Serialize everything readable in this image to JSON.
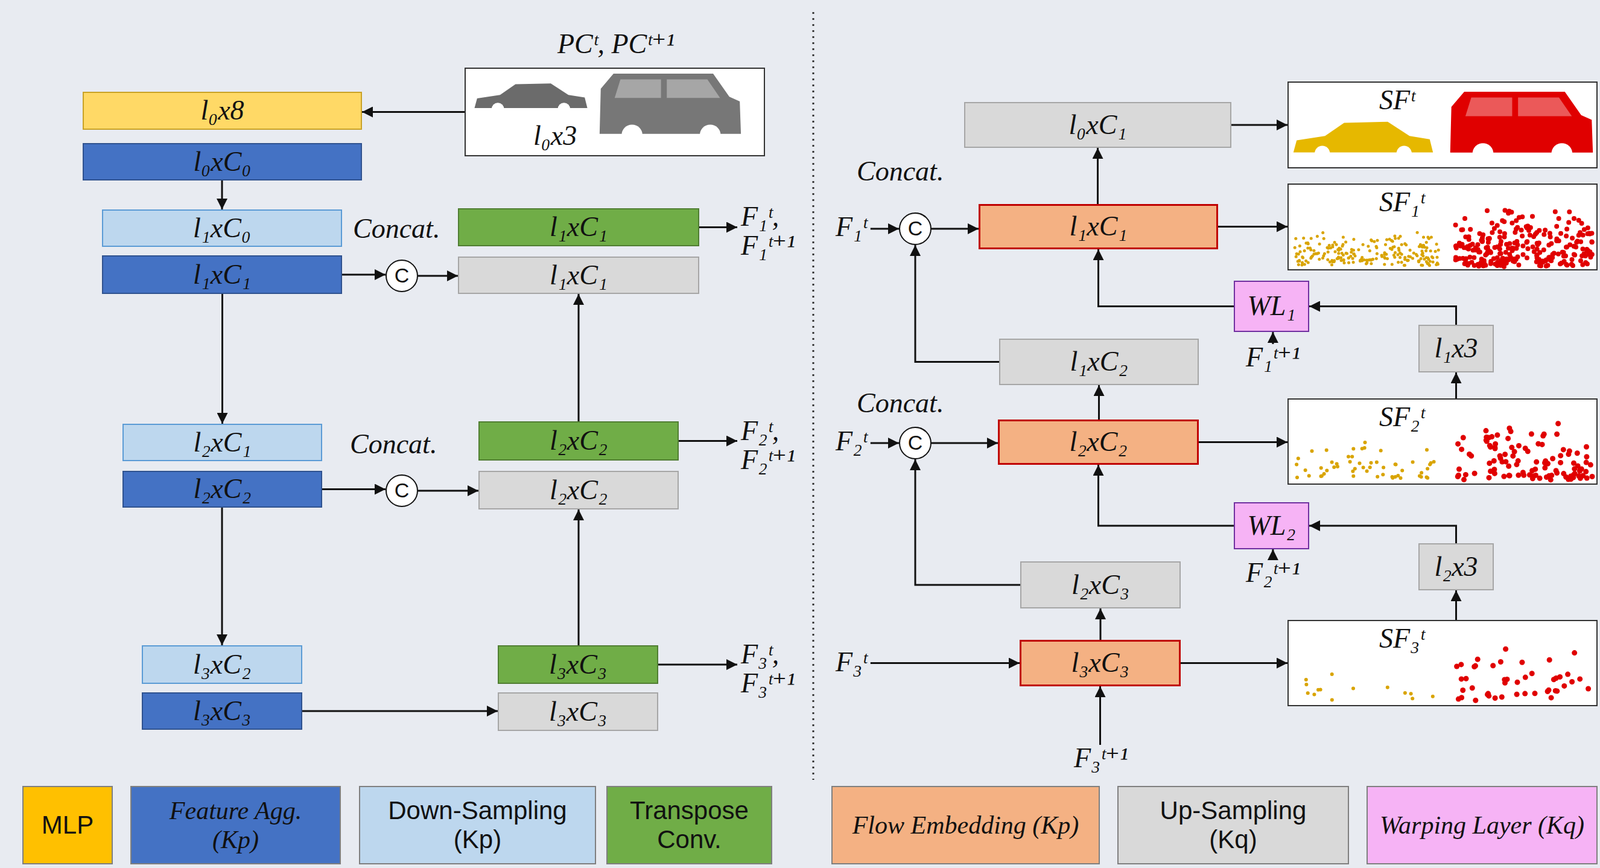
{
  "diagram": {
    "nodes": [
      {
        "text": [
          "l₀x8"
        ]
      },
      {
        "text": [
          "l₀xC₀"
        ]
      },
      {
        "text": [
          "l₁xC₀"
        ]
      },
      {
        "text": [
          "l₁xC₁"
        ]
      },
      {
        "text": [
          "l₂xC₁"
        ]
      },
      {
        "text": [
          "l₂xC₂"
        ]
      },
      {
        "text": [
          "l₃xC₂"
        ]
      },
      {
        "text": [
          "l₃xC₃"
        ]
      },
      {
        "text": [
          "l₁xC₁"
        ]
      },
      {
        "text": [
          "l₁xC₁"
        ]
      },
      {
        "text": [
          "l₂xC₂"
        ]
      },
      {
        "text": [
          "l₂xC₂"
        ]
      },
      {
        "text": [
          "l₃xC₃"
        ]
      },
      {
        "text": [
          "l₃xC₃"
        ]
      },
      {
        "text": [
          "PCᵗ, PCᵗ⁺¹",
          "l₀x3"
        ]
      },
      {
        "text": [
          "C"
        ]
      },
      {
        "text": [
          "C"
        ]
      },
      {
        "text": [
          "l₀xC₁"
        ]
      },
      {
        "text": [
          "SFᵗ"
        ]
      },
      {
        "text": [
          "l₁xC₁"
        ]
      },
      {
        "text": [
          "SF₁ᵗ"
        ]
      },
      {
        "text": [
          "WL₁"
        ]
      },
      {
        "text": [
          "l₁x3"
        ]
      },
      {
        "text": [
          "l₁xC₂"
        ]
      },
      {
        "text": [
          "l₂xC₂"
        ]
      },
      {
        "text": [
          "SF₂ᵗ"
        ]
      },
      {
        "text": [
          "WL₂"
        ]
      },
      {
        "text": [
          "l₂x3"
        ]
      },
      {
        "text": [
          "l₂xC₃"
        ]
      },
      {
        "text": [
          "l₃xC₃"
        ]
      },
      {
        "text": [
          "SF₃ᵗ"
        ]
      },
      {
        "text": [
          "C"
        ]
      },
      {
        "text": [
          "C"
        ]
      }
    ],
    "edges": [
      {
        "from": 14,
        "to": 0,
        "arrow": "to"
      },
      {
        "from": 1,
        "to": 2,
        "arrow": "to"
      },
      {
        "from": 3,
        "to": 4,
        "arrow": "to"
      },
      {
        "from": 5,
        "to": 6,
        "arrow": "to"
      },
      {
        "from": 3,
        "to": 15,
        "arrow": "to"
      },
      {
        "from": 15,
        "to": 9,
        "arrow": "to"
      },
      {
        "from": 5,
        "to": 16,
        "arrow": "to"
      },
      {
        "from": 16,
        "to": 11,
        "arrow": "to"
      },
      {
        "from": 7,
        "to": 13,
        "arrow": "to"
      },
      {
        "from": 12,
        "to": 11,
        "arrow": "to"
      },
      {
        "from": 10,
        "to": 9,
        "arrow": "to"
      },
      {
        "from": 31,
        "to": 19,
        "arrow": "to"
      },
      {
        "from": 23,
        "to": 31,
        "arrow": "to"
      },
      {
        "from": 32,
        "to": 24,
        "arrow": "to"
      },
      {
        "from": 28,
        "to": 32,
        "arrow": "to"
      },
      {
        "from": 29,
        "to": 28,
        "arrow": "to"
      },
      {
        "from": 24,
        "to": 23,
        "arrow": "to"
      },
      {
        "from": 19,
        "to": 17,
        "arrow": "to"
      },
      {
        "from": 17,
        "to": 18,
        "arrow": "to"
      },
      {
        "from": 19,
        "to": 20,
        "arrow": "to"
      },
      {
        "from": 24,
        "to": 25,
        "arrow": "to"
      },
      {
        "from": 29,
        "to": 30,
        "arrow": "to"
      },
      {
        "from": 30,
        "to": 27,
        "arrow": "to"
      },
      {
        "from": 27,
        "to": 26,
        "arrow": "to"
      },
      {
        "from": 26,
        "to": 24,
        "arrow": "to"
      },
      {
        "from": 25,
        "to": 22,
        "arrow": "to"
      },
      {
        "from": 22,
        "to": 21,
        "arrow": "to"
      },
      {
        "from": 21,
        "to": 19,
        "arrow": "to"
      }
    ],
    "labels": [
      "Concat.",
      "F₁ᵗ, F₁ᵗ⁺¹",
      "Concat.",
      "F₂ᵗ, F₂ᵗ⁺¹",
      "F₃ᵗ, F₃ᵗ⁺¹",
      "Concat.",
      "F₁ᵗ",
      "F₁ᵗ⁺¹",
      "Concat.",
      "F₂ᵗ",
      "F₂ᵗ⁺¹",
      "F₃ᵗ",
      "F₃ᵗ⁺¹"
    ],
    "legend": [
      {
        "text": "MLP",
        "color": "#ffc000"
      },
      {
        "text": "Feature Agg. (Kp)",
        "color": "#4472c4"
      },
      {
        "text": "Down-Sampling (Kp)",
        "color": "#bdd7ee"
      },
      {
        "text": "Transpose Conv.",
        "color": "#70ad47"
      },
      {
        "text": "Flow Embedding (Kp)",
        "color": "#f4b183"
      },
      {
        "text": "Up-Sampling (Kq)",
        "color": "#d9d9d9"
      },
      {
        "text": "Warping Layer (Kq)",
        "color": "#f6b3f5"
      }
    ]
  }
}
